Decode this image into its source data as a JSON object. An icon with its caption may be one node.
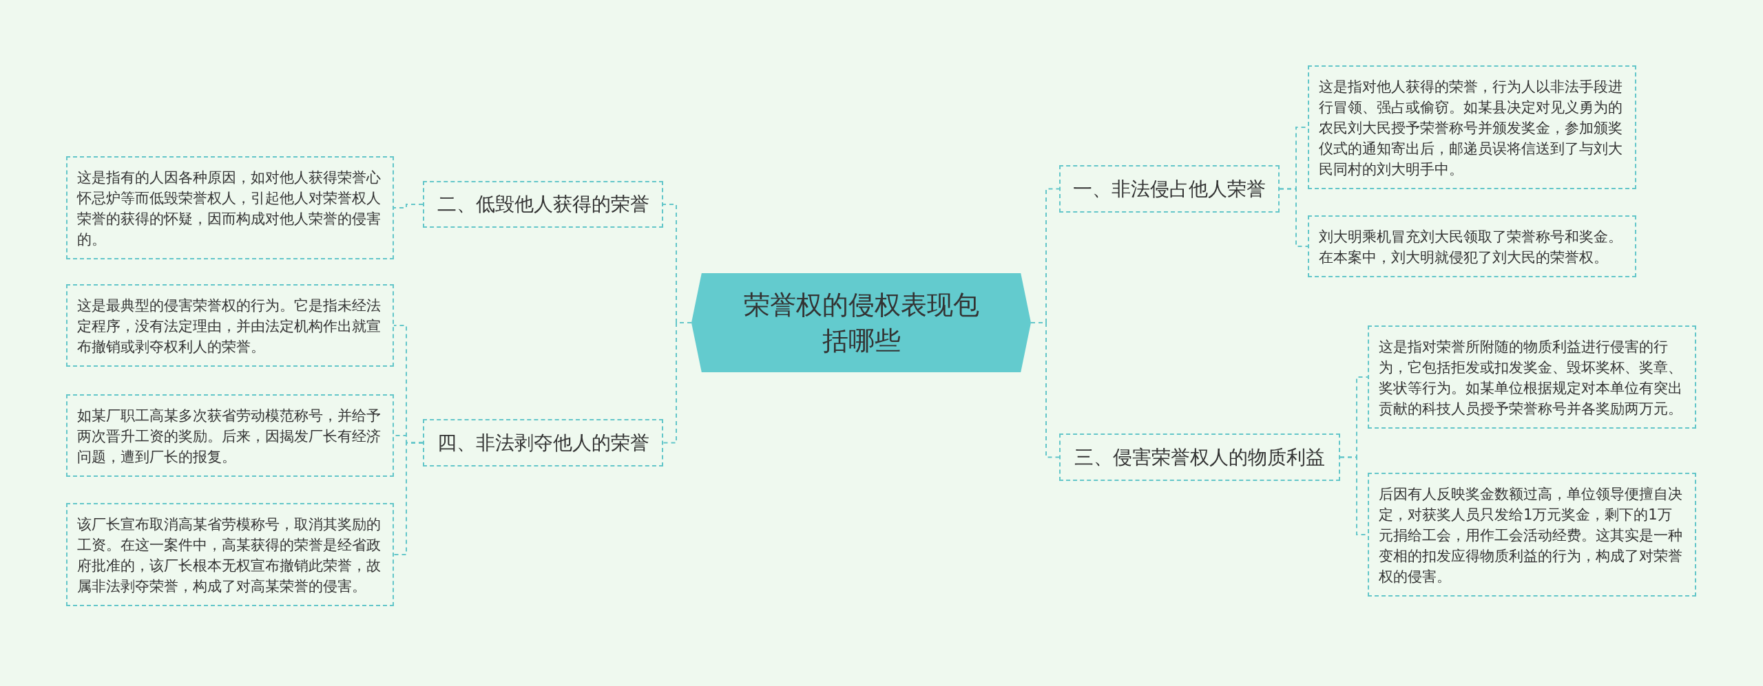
{
  "diagram": {
    "nodes": [
      {
        "text": [
          "荣誉权的侵权表现包括哪些"
        ]
      },
      {
        "text": [
          "一、非法侵占他人荣誉"
        ]
      },
      {
        "text": [
          "这是指对他人获得的荣誉，行为人以非法手段进行冒领、强占或偷窃。如某县决定对见义勇为的农民刘大民授予荣誉称号并颁发奖金，参加颁奖仪式的通知寄出后，邮递员误将信送到了与刘大民同村的刘大明手中。"
        ]
      },
      {
        "text": [
          "刘大明乘机冒充刘大民领取了荣誉称号和奖金。在本案中，刘大明就侵犯了刘大民的荣誉权。"
        ]
      },
      {
        "text": [
          "三、侵害荣誉权人的物质利益"
        ]
      },
      {
        "text": [
          "这是指对荣誉所附随的物质利益进行侵害的行为，它包括拒发或扣发奖金、毁坏奖杯、奖章、奖状等行为。如某单位根据规定对本单位有突出贡献的科技人员授予荣誉称号并各奖励两万元。"
        ]
      },
      {
        "text": [
          "后因有人反映奖金数额过高，单位领导便擅自决定，对获奖人员只发给1万元奖金，剩下的1万元捐给工会，用作工会活动经费。这其实是一种变相的扣发应得物质利益的行为，构成了对荣誉权的侵害。"
        ]
      },
      {
        "text": [
          "二、低毁他人获得的荣誉"
        ]
      },
      {
        "text": [
          "这是指有的人因各种原因，如对他人获得荣誉心怀忌炉等而低毁荣誉权人，引起他人对荣誉权人荣誉的获得的怀疑，因而构成对他人荣誉的侵害的。"
        ]
      },
      {
        "text": [
          "四、非法剥夺他人的荣誉"
        ]
      },
      {
        "text": [
          "这是最典型的侵害荣誉权的行为。它是指未经法定程序，没有法定理由，并由法定机构作出就宣布撤销或剥夺权利人的荣誉。"
        ]
      },
      {
        "text": [
          "如某厂职工高某多次获省劳动模范称号，并给予两次晋升工资的奖励。后来，因揭发厂长有经济问题，遭到厂长的报复。"
        ]
      },
      {
        "text": [
          "该厂长宣布取消高某省劳模称号，取消其奖励的工资。在这一案件中，高某获得的荣誉是经省政府批准的，该厂长根本无权宣布撤销此荣誉，故属非法剥夺荣誉，构成了对高某荣誉的侵害。"
        ]
      }
    ],
    "edges": [
      {
        "from": 0,
        "to": 1,
        "arrow": "none"
      },
      {
        "from": 1,
        "to": 2,
        "arrow": "none"
      },
      {
        "from": 1,
        "to": 3,
        "arrow": "none"
      },
      {
        "from": 0,
        "to": 4,
        "arrow": "none"
      },
      {
        "from": 4,
        "to": 5,
        "arrow": "none"
      },
      {
        "from": 4,
        "to": 6,
        "arrow": "none"
      },
      {
        "from": 0,
        "to": 7,
        "arrow": "none"
      },
      {
        "from": 7,
        "to": 8,
        "arrow": "none"
      },
      {
        "from": 0,
        "to": 9,
        "arrow": "none"
      },
      {
        "from": 9,
        "to": 10,
        "arrow": "none"
      },
      {
        "from": 9,
        "to": 11,
        "arrow": "none"
      },
      {
        "from": 9,
        "to": 12,
        "arrow": "none"
      }
    ]
  }
}
